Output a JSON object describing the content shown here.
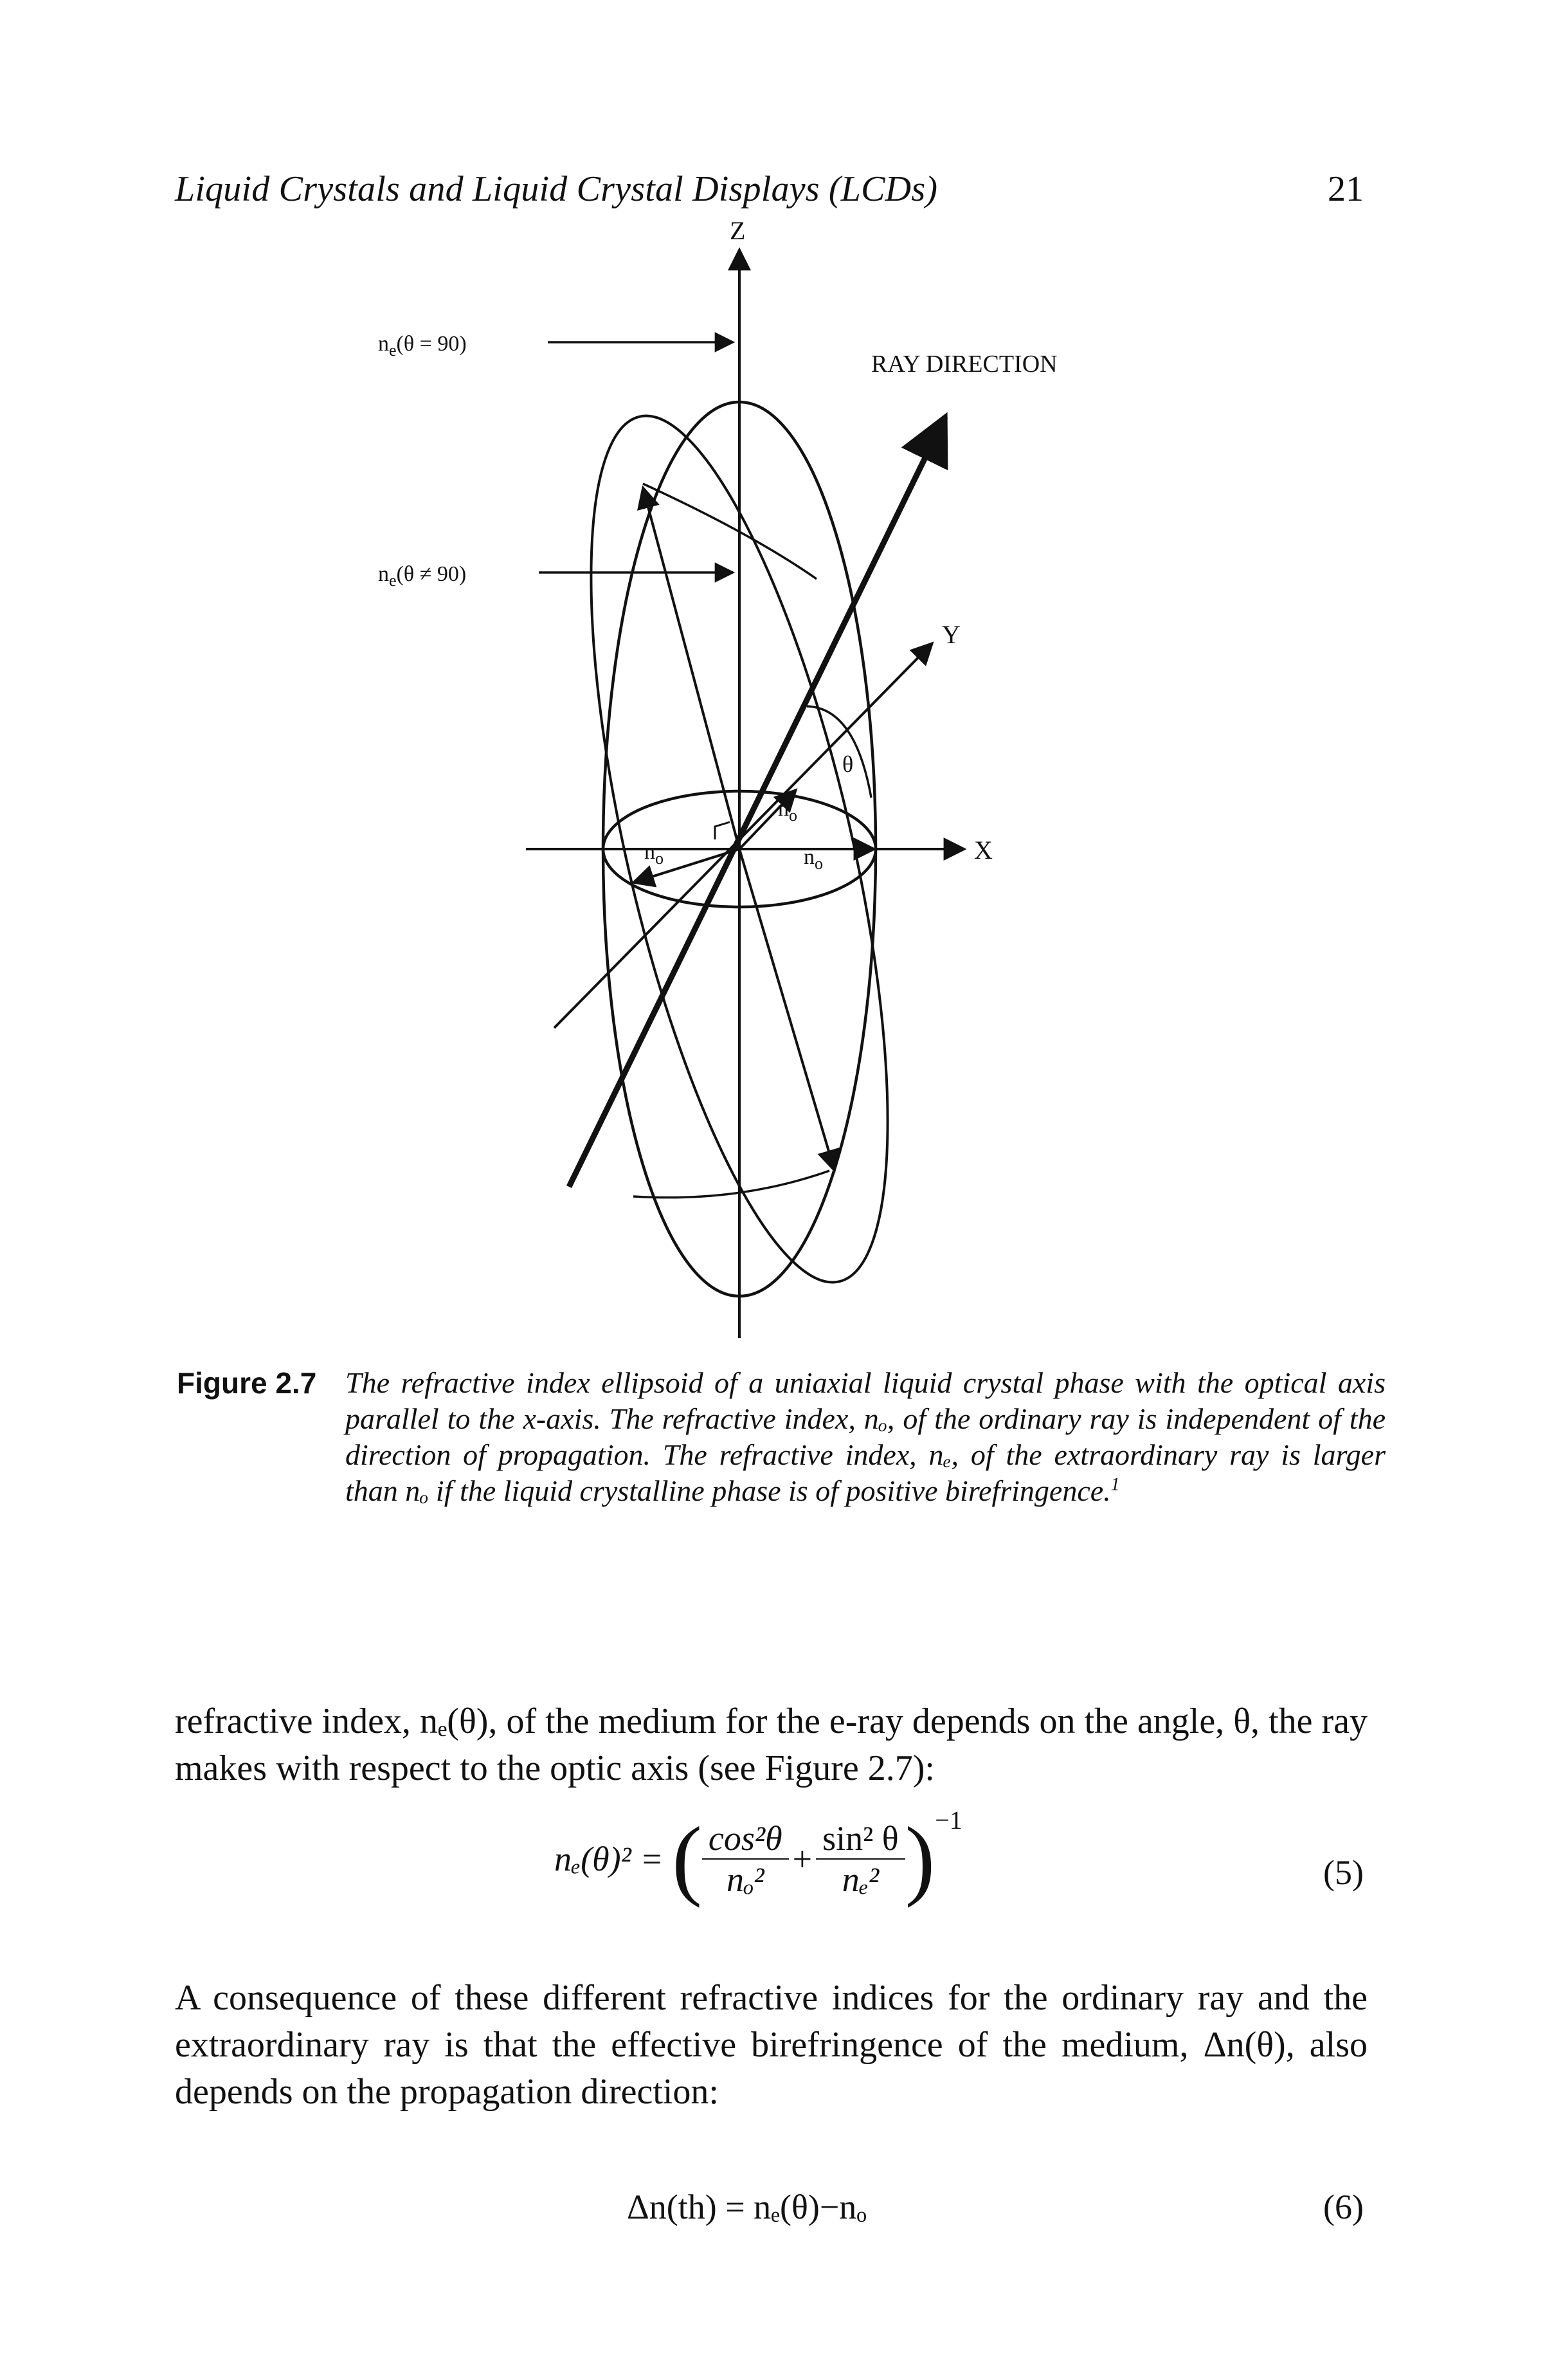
{
  "header": {
    "running_title": "Liquid Crystals and Liquid Crystal Displays (LCDs)",
    "page_number": "21"
  },
  "figure": {
    "labels": {
      "z": "Z",
      "y": "Y",
      "x": "X",
      "ne_90": "n",
      "ne_90_sub": "e",
      "ne_90_rest": "(θ = 90)",
      "ne_not90": "n",
      "ne_not90_sub": "e",
      "ne_not90_rest": "(θ ≠ 90)",
      "ray_direction": "RAY DIRECTION",
      "theta": "θ",
      "no": "n",
      "no_sub": "o"
    },
    "caption_label": "Figure 2.7",
    "caption_text": "The refractive index ellipsoid of a uniaxial liquid crystal phase with the optical axis parallel to the x-axis. The refractive index, nₒ, of the ordinary ray is independent of the direction of propagation. The refractive index, nₑ, of the extraordinary ray is larger than nₒ if the liquid crystalline phase is of positive birefringence.",
    "caption_ref": "1"
  },
  "body": {
    "para1": "refractive index, nₑ(θ), of the medium for the e-ray depends on the angle, θ, the ray makes with respect to the optic axis (see Figure 2.7):",
    "para2": "A consequence of these different refractive indices for the ordinary ray and the extraordinary ray is that the effective birefringence of the medium, Δn(θ), also depends on the propagation direction:"
  },
  "equations": {
    "eq5": {
      "lhs": "nₑ(θ)² =",
      "num1": "cos²θ",
      "den1": "nₒ²",
      "plus": "+",
      "num2": "sin² θ",
      "den2": "nₑ²",
      "exponent": "−1",
      "number": "(5)"
    },
    "eq6": {
      "text": "Δn(th) = nₑ(θ)−nₒ",
      "number": "(6)"
    }
  }
}
